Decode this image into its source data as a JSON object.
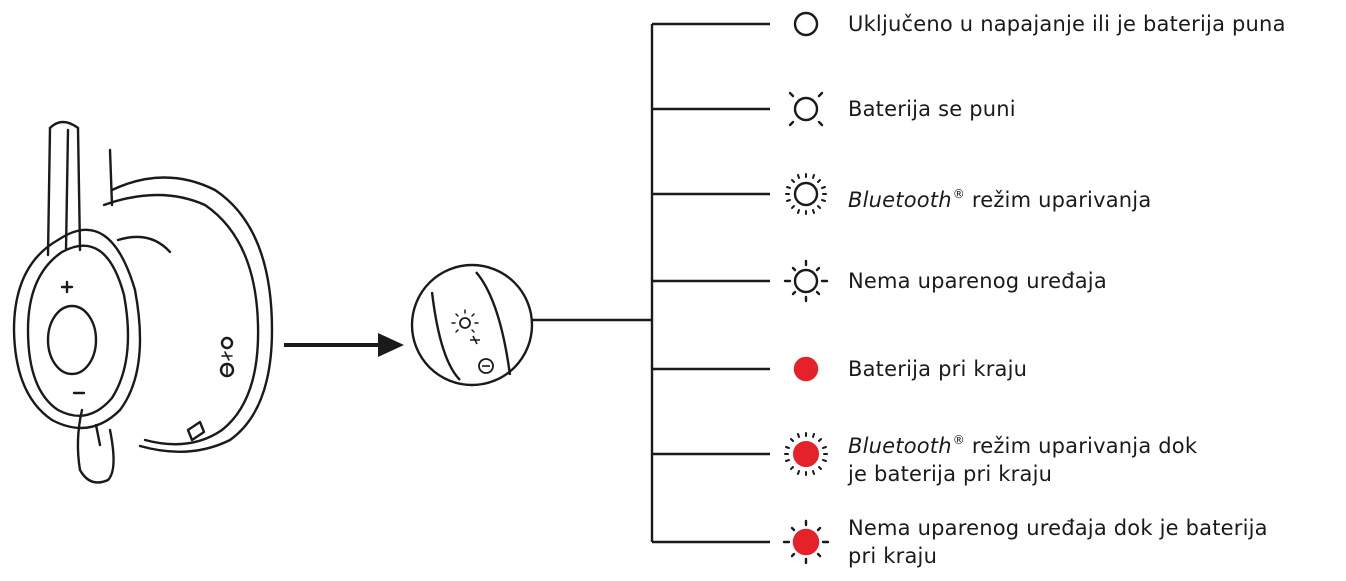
{
  "colors": {
    "ink": "#1a1a1a",
    "led_red": "#e5212a",
    "background": "#ffffff"
  },
  "diagram": {
    "device": "headset-earcup",
    "buttons": {
      "volume_up": "+",
      "volume_down": "–"
    }
  },
  "legend": [
    {
      "led": "steady",
      "color": "white",
      "text": "Uključeno u napajanje ili je baterija puna"
    },
    {
      "led": "pulsing",
      "color": "white",
      "text": "Baterija se puni"
    },
    {
      "led": "fast-blink",
      "color": "white",
      "brand": "Bluetooth",
      "reg": "®",
      "text": " režim uparivanja"
    },
    {
      "led": "slow-blink",
      "color": "white",
      "text": "Nema uparenog uređaja"
    },
    {
      "led": "steady",
      "color": "red",
      "text": "Baterija pri kraju"
    },
    {
      "led": "fast-blink",
      "color": "red",
      "brand": "Bluetooth",
      "reg": "®",
      "text": " režim uparivanja dok",
      "text2": "je baterija pri kraju"
    },
    {
      "led": "slow-blink",
      "color": "red",
      "text": "Nema uparenog uređaja dok je baterija",
      "text2": "pri kraju"
    }
  ]
}
